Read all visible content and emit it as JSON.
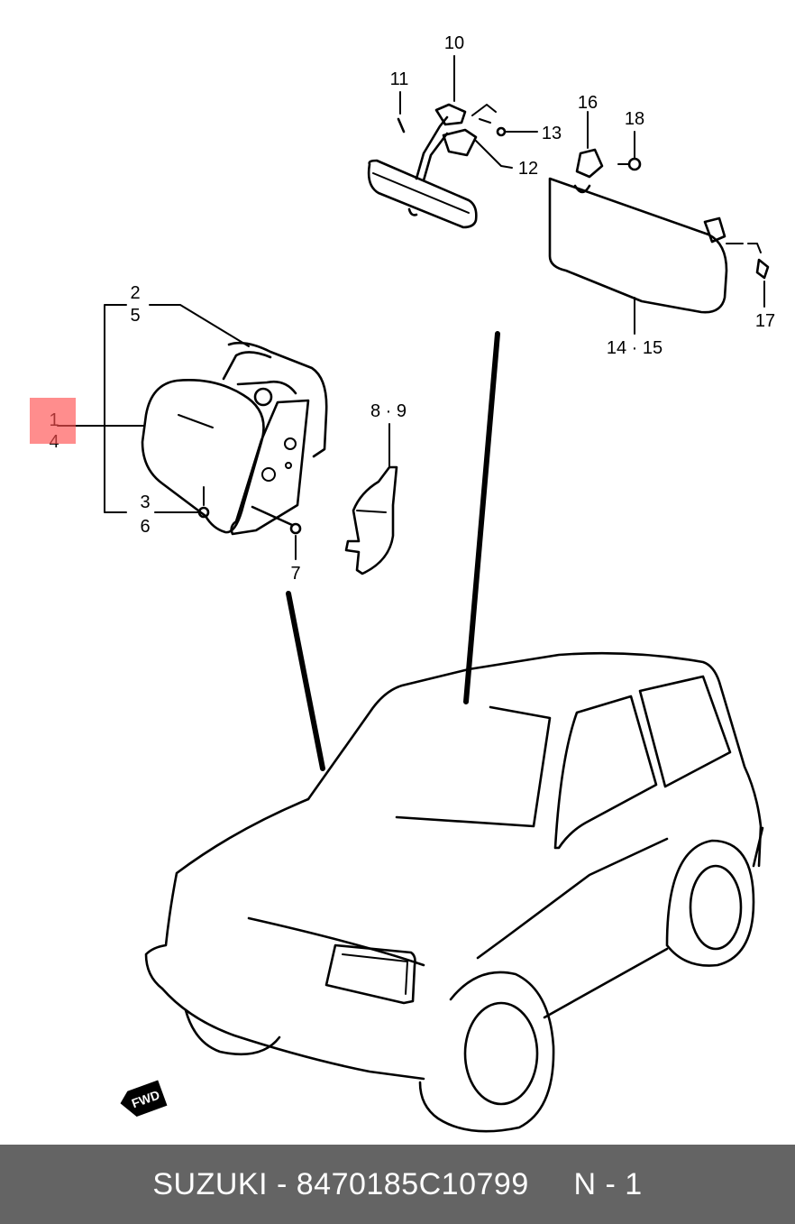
{
  "callouts": {
    "c10": "10",
    "c11": "11",
    "c12": "12",
    "c13": "13",
    "c16": "16",
    "c18": "18",
    "c17": "17",
    "c14_15": "14 · 15",
    "c2": "2",
    "c5": "5",
    "c1": "1",
    "c4": "4",
    "c3": "3",
    "c6": "6",
    "c7": "7",
    "c8_9": "8 · 9"
  },
  "fwd_badge": "FWD",
  "highlight": {
    "color": "#ff5050"
  },
  "footer": {
    "brand": "SUZUKI",
    "separator": "-",
    "part_number": "8470185C10799",
    "code": "N - 1",
    "background": "#646464"
  }
}
